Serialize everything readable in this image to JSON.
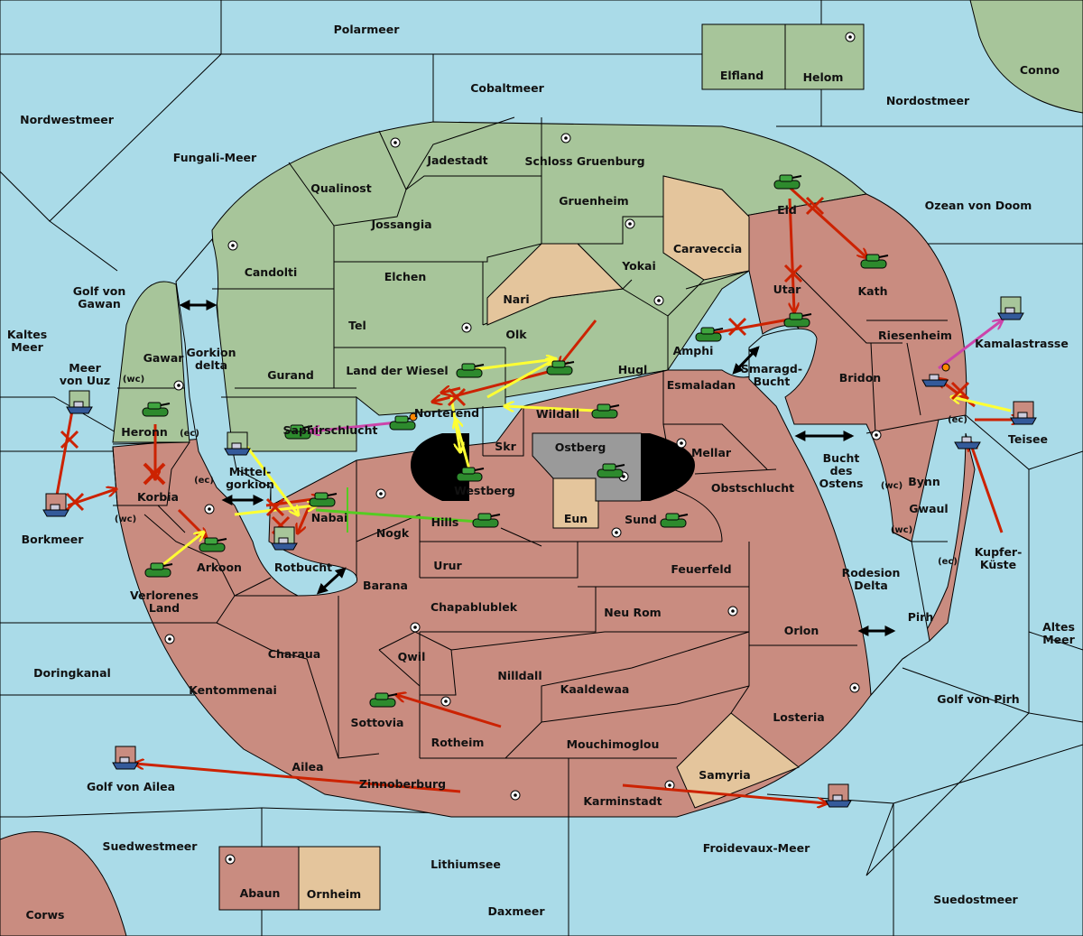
{
  "map_title": "",
  "colors": {
    "sea": "#aadbe8",
    "green_power": "#a7c59a",
    "red_power": "#c98c80",
    "neutral": "#e4c59c",
    "impassable": "#9a9a9a",
    "support": "#ffff33",
    "attack": "#cc2200",
    "retreat": "#cc44aa",
    "convoy": "#55cc22"
  },
  "regions": {
    "polarmeer": "Polarmeer",
    "cobaltmeer": "Cobaltmeer",
    "elfland": "Elfland",
    "helom": "Helom",
    "conno": "Conno",
    "nordostmeer": "Nordostmeer",
    "nordwestmeer": "Nordwestmeer",
    "fungali_meer": "Fungali-Meer",
    "jadestadt": "Jadestadt",
    "schloss_gruenburg": "Schloss Gruenburg",
    "qualinost": "Qualinost",
    "gruenheim": "Gruenheim",
    "jossangia": "Jossangia",
    "caraveccia": "Caraveccia",
    "eld": "Eld",
    "ozean_von_doom": "Ozean von Doom",
    "candolti": "Candolti",
    "elchen": "Elchen",
    "yokai": "Yokai",
    "nari": "Nari",
    "utar": "Utar",
    "kath": "Kath",
    "golf_von_gawan_1": "Golf von",
    "golf_von_gawan_2": "Gawan",
    "tel": "Tel",
    "olk": "Olk",
    "amphi": "Amphi",
    "riesenheim": "Riesenheim",
    "kamalastrasse": "Kamalastrasse",
    "kaltes_meer_1": "Kaltes",
    "kaltes_meer_2": "Meer",
    "gawar": "Gawar",
    "gorkion_delta_1": "Gorkion",
    "gorkion_delta_2": "delta",
    "land_der_wiesel": "Land der Wiesel",
    "hugl": "Hugl",
    "smaragd_bucht_1": "Smaragd-",
    "smaragd_bucht_2": "Bucht",
    "bridon": "Bridon",
    "meer_von_uuz_1": "Meer",
    "meer_von_uuz_2": "von Uuz",
    "gurand": "Gurand",
    "esmaladan": "Esmaladan",
    "norterend": "Norterend",
    "wildall": "Wildall",
    "heronn": "Heronn",
    "saphirschlucht": "Saphirschlucht",
    "skr": "Skr",
    "ostberg": "Ostberg",
    "mellar": "Mellar",
    "teisee": "Teisee",
    "bucht_des_ostens_1": "Bucht",
    "bucht_des_ostens_2": "des",
    "bucht_des_ostens_3": "Ostens",
    "mittelgorkion_1": "Mittel-",
    "mittelgorkion_2": "gorkion",
    "westberg": "Westberg",
    "korbia": "Korbia",
    "obstschlucht": "Obstschlucht",
    "bynn": "Bynn",
    "nabai": "Nabai",
    "hills": "Hills",
    "eun": "Eun",
    "sund": "Sund",
    "gwaul": "Gwaul",
    "borkmeer": "Borkmeer",
    "nogk": "Nogk",
    "kupfer_kueste_1": "Kupfer-",
    "kupfer_kueste_2": "Küste",
    "arkoon": "Arkoon",
    "rotbucht": "Rotbucht",
    "urur": "Urur",
    "feuerfeld": "Feuerfeld",
    "rodesion_delta_1": "Rodesion",
    "rodesion_delta_2": "Delta",
    "verlorenes_land_1": "Verlorenes",
    "verlorenes_land_2": "Land",
    "barana": "Barana",
    "chapablublek": "Chapablublek",
    "neu_rom": "Neu Rom",
    "pirh": "Pirh",
    "altes_meer_1": "Altes",
    "altes_meer_2": "Meer",
    "orlon": "Orlon",
    "charaua": "Charaua",
    "qwil": "Qwil",
    "nilldall": "Nilldall",
    "doringkanal": "Doringkanal",
    "kentommenai": "Kentommenai",
    "kaaldewaa": "Kaaldewaa",
    "golf_von_pirh": "Golf von Pirh",
    "sottovia": "Sottovia",
    "losteria": "Losteria",
    "rotheim": "Rotheim",
    "mouchimoglou": "Mouchimoglou",
    "ailea": "Ailea",
    "samyria": "Samyria",
    "golf_von_ailea": "Golf von Ailea",
    "zinnoberburg": "Zinnoberburg",
    "karminstadt": "Karminstadt",
    "suedwestmeer": "Suedwestmeer",
    "froidevaux_meer": "Froidevaux-Meer",
    "lithiumsee": "Lithiumsee",
    "abaun": "Abaun",
    "ornheim": "Ornheim",
    "suedostmeer": "Suedostmeer",
    "corws": "Corws",
    "daxmeer": "Daxmeer"
  },
  "coast_marks": {
    "wc": "(wc)",
    "ec": "(ec)"
  }
}
